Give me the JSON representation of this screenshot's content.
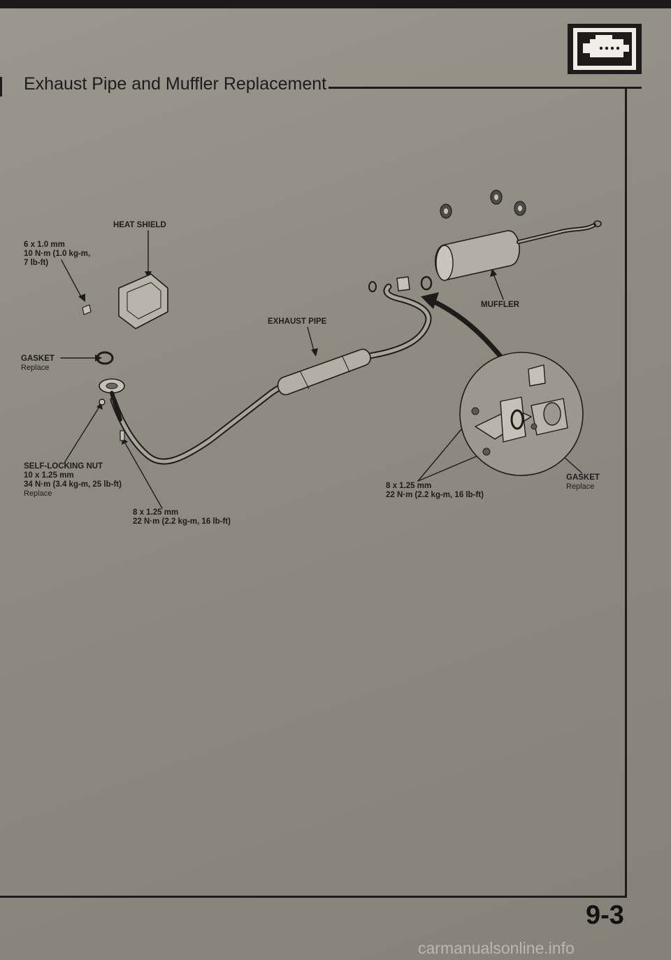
{
  "header": {
    "title": "Exhaust Pipe and Muffler Replacement",
    "section_icon": "engine-icon"
  },
  "labels": {
    "heat_shield": "HEAT SHIELD",
    "bolt_6mm": {
      "size": "6 x 1.0 mm",
      "torque1": "10 N·m (1.0 kg-m,",
      "torque2": "7 lb-ft)"
    },
    "exhaust_pipe": "EXHAUST PIPE",
    "muffler": "MUFFLER",
    "gasket_left": {
      "name": "GASKET",
      "note": "Replace"
    },
    "self_locking_nut": {
      "name": "SELF-LOCKING NUT",
      "size": "10 x 1.25 mm",
      "torque": "34 N·m (3.4 kg-m, 25 lb-ft)",
      "note": "Replace"
    },
    "bolt_8mm_left": {
      "size": "8 x 1.25 mm",
      "torque": "22 N·m (2.2 kg-m, 16 lb-ft)"
    },
    "bolt_8mm_right": {
      "size": "8 x 1.25 mm",
      "torque": "22 N·m (2.2 kg-m, 16 lb-ft)"
    },
    "gasket_right": {
      "name": "GASKET",
      "note": "Replace"
    }
  },
  "footer": {
    "page_number": "9-3",
    "watermark": "carmanualsonline.info"
  }
}
